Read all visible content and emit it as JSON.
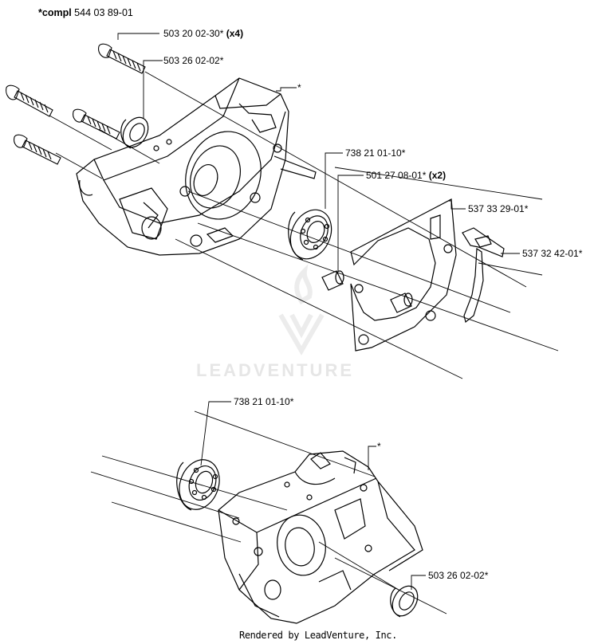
{
  "header": {
    "prefix": "*compl",
    "number": "544 03 89-01"
  },
  "callouts": [
    {
      "part": "503 20 02-30*",
      "qty": "(x4)"
    },
    {
      "part": "503 26 02-02*",
      "qty": ""
    },
    {
      "part": "*",
      "qty": ""
    },
    {
      "part": "738 21 01-10*",
      "qty": ""
    },
    {
      "part": "501 27 08-01*",
      "qty": "(x2)"
    },
    {
      "part": "537 33 29-01*",
      "qty": ""
    },
    {
      "part": "537 32 42-01*",
      "qty": ""
    },
    {
      "part": "738 21 01-10*",
      "qty": ""
    },
    {
      "part": "*",
      "qty": ""
    },
    {
      "part": "503 26 02-02*",
      "qty": ""
    }
  ],
  "watermark": {
    "text": "LEADVENTURE"
  },
  "footer": {
    "text": "Rendered by LeadVenture, Inc."
  },
  "colors": {
    "line": "#000000",
    "watermark": "#e6e6e6"
  }
}
